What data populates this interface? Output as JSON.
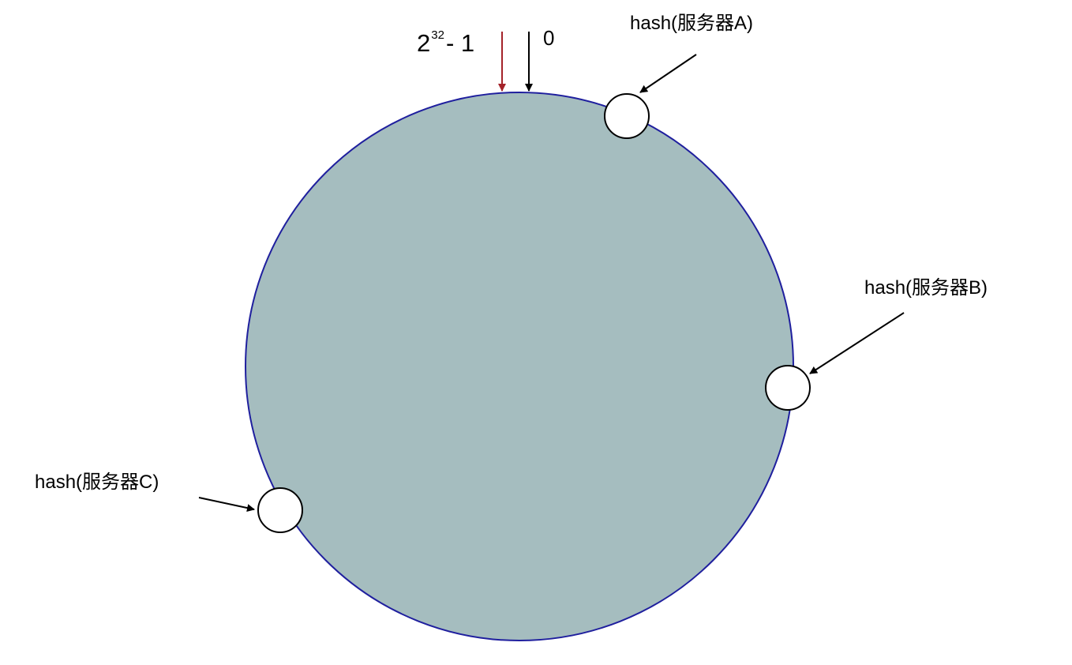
{
  "ring": {
    "fill_color": "#a5bdbf",
    "stroke_color": "#1f1f9e"
  },
  "markers": {
    "max_value": {
      "base": "2",
      "exponent": "32",
      "suffix": "- 1",
      "arrow_color": "#a4232a"
    },
    "zero": {
      "label": "0",
      "arrow_color": "#000000"
    }
  },
  "servers": [
    {
      "id": "A",
      "label": "hash(服务器A)"
    },
    {
      "id": "B",
      "label": "hash(服务器B)"
    },
    {
      "id": "C",
      "label": "hash(服务器C)"
    }
  ]
}
